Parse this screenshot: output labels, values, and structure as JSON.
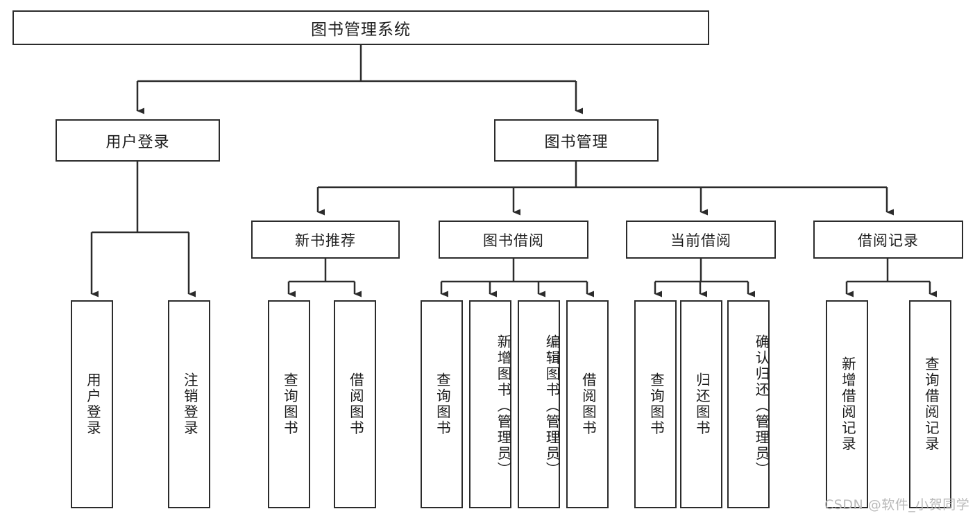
{
  "diagram": {
    "type": "tree",
    "title": "图书管理系统",
    "watermark": "CSDN @软件_小贺同学",
    "colors": {
      "box_border": "#2b2b2b",
      "box_fill": "#ffffff",
      "edge": "#2b2b2b",
      "text": "#1c1c1c",
      "watermark": "#b9b9b9"
    },
    "root": {
      "label": "图书管理系统"
    },
    "level1": [
      {
        "id": "user-login",
        "label": "用户登录"
      },
      {
        "id": "book-manage",
        "label": "图书管理"
      }
    ],
    "level2": [
      {
        "id": "new-book-recommend",
        "label": "新书推荐",
        "parent": "book-manage"
      },
      {
        "id": "book-borrow",
        "label": "图书借阅",
        "parent": "book-manage"
      },
      {
        "id": "current-borrow",
        "label": "当前借阅",
        "parent": "book-manage"
      },
      {
        "id": "borrow-record",
        "label": "借阅记录",
        "parent": "book-manage"
      }
    ],
    "leaves": {
      "user-login": [
        {
          "id": "leaf-user-login",
          "label": "用户登录"
        },
        {
          "id": "leaf-user-logout",
          "label": "注销登录"
        }
      ],
      "new-book-recommend": [
        {
          "id": "leaf-query-book-1",
          "label": "查询图书"
        },
        {
          "id": "leaf-borrow-book-1",
          "label": "借阅图书"
        }
      ],
      "book-borrow": [
        {
          "id": "leaf-query-book-2",
          "label": "查询图书"
        },
        {
          "id": "leaf-add-book",
          "label": "新增图书（管理员）"
        },
        {
          "id": "leaf-edit-book",
          "label": "编辑图书（管理员）"
        },
        {
          "id": "leaf-borrow-book-2",
          "label": "借阅图书"
        }
      ],
      "current-borrow": [
        {
          "id": "leaf-query-book-3",
          "label": "查询图书"
        },
        {
          "id": "leaf-return-book",
          "label": "归还图书"
        },
        {
          "id": "leaf-confirm-return",
          "label": "确认归还（管理员）"
        }
      ],
      "borrow-record": [
        {
          "id": "leaf-add-record",
          "label": "新增借阅记录"
        },
        {
          "id": "leaf-query-record",
          "label": "查询借阅记录"
        }
      ]
    }
  }
}
